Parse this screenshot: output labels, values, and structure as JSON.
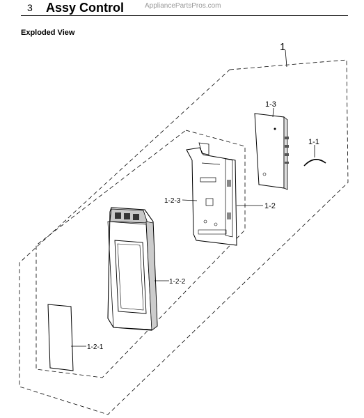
{
  "header": {
    "section_number": "3",
    "title": "Assy Control",
    "watermark": "AppliancePartsPros.com"
  },
  "subtitle": "Exploded View",
  "callouts": {
    "assy": "1",
    "part_1_1": "1-1",
    "part_1_2": "1-2",
    "part_1_3": "1-3",
    "part_1_2_1": "1-2-1",
    "part_1_2_2": "1-2-2",
    "part_1_2_3": "1-2-3"
  }
}
